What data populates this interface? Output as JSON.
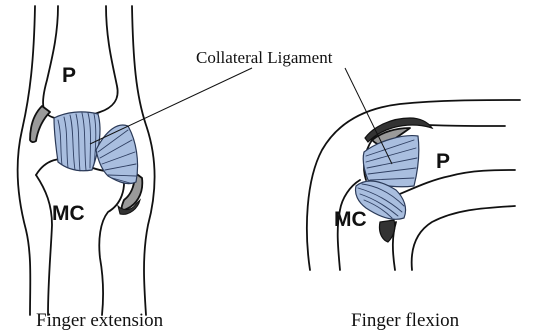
{
  "labels": {
    "ligament": "Collateral Ligament",
    "p_left": "P",
    "mc_left": "MC",
    "p_right": "P",
    "mc_right": "MC",
    "caption_left": "Finger extension",
    "caption_right": "Finger flexion"
  },
  "colors": {
    "ligament": "#a9bedf",
    "ligament_fiber": "#2f3f62",
    "cartilage": "#9a9a9a",
    "outline": "#111111"
  }
}
